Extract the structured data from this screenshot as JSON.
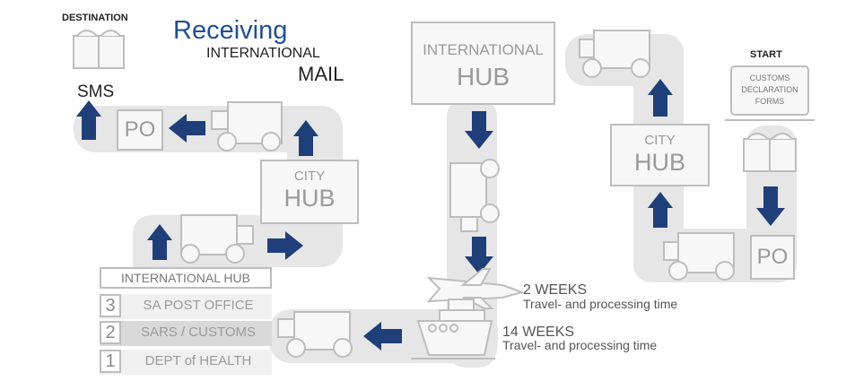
{
  "title": {
    "receiving": "Receiving",
    "international": "INTERNATIONAL",
    "mail": "MAIL"
  },
  "labels": {
    "destination": "DESTINATION",
    "start": "START",
    "sms": "SMS"
  },
  "customs_form": [
    "CUSTOMS",
    "DECLARATION",
    "FORMS"
  ],
  "hubs": {
    "international_top": {
      "line1": "INTERNATIONAL",
      "line2": "HUB"
    },
    "city_left": {
      "line1": "CITY",
      "line2": "HUB"
    },
    "city_right": {
      "line1": "CITY",
      "line2": "HUB"
    }
  },
  "po_left": "PO",
  "po_right": "PO",
  "international_hub_panel": {
    "title": "INTERNATIONAL HUB",
    "rows": [
      {
        "num": "3",
        "label": "SA POST OFFICE"
      },
      {
        "num": "2",
        "label": "SARS / CUSTOMS"
      },
      {
        "num": "1",
        "label": "DEPT of HEALTH"
      }
    ]
  },
  "timing": {
    "air": {
      "duration": "2 WEEKS",
      "note": "Travel- and processing time"
    },
    "sea": {
      "duration": "14 WEEKS",
      "note": "Travel- and processing time"
    }
  },
  "colors": {
    "arrow": "#1f3f7a",
    "title_blue": "#1f4e9a",
    "track": "#e6e6e6",
    "outline": "#bdbdbd"
  }
}
